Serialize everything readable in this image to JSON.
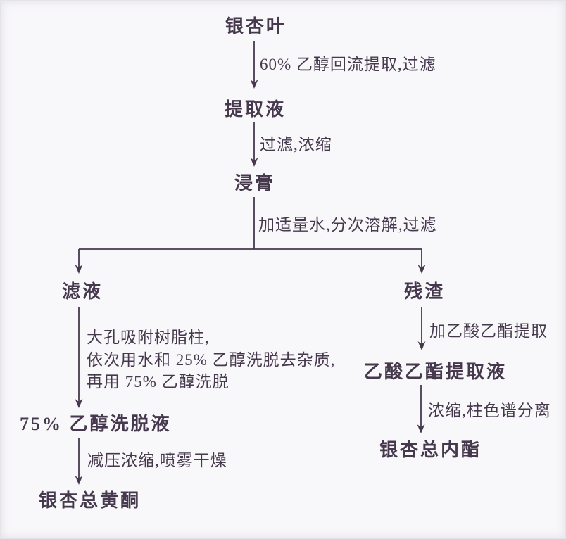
{
  "colors": {
    "ink": "#46394e",
    "background": "#f8f7f9"
  },
  "flowchart": {
    "type": "process-flow",
    "nodes": {
      "source": "银杏叶",
      "extract_liquid": "提取液",
      "concentrated_paste": "浸膏",
      "filtrate": "滤液",
      "residue": "残渣",
      "ethanol_eluate": "75% 乙醇洗脱液",
      "total_flavonoids": "银杏总黄酮",
      "ethyl_acetate_extract": "乙酸乙酯提取液",
      "total_lactones": "银杏总内酯"
    },
    "edge_labels": {
      "reflux_extraction": "60% 乙醇回流提取,过滤",
      "filter_concentrate": "过滤,浓缩",
      "add_water": "加适量水,分次溶解,过滤",
      "resin_column_line1": "大孔吸附树脂柱,",
      "resin_column_line2": "依次用水和 25% 乙醇洗脱去杂质,",
      "resin_column_line3": "再用 75% 乙醇洗脱",
      "spray_dry": "减压浓缩,喷雾干燥",
      "ethyl_acetate": "加乙酸乙酯提取",
      "chromatography": "浓缩,柱色谱分离"
    }
  }
}
